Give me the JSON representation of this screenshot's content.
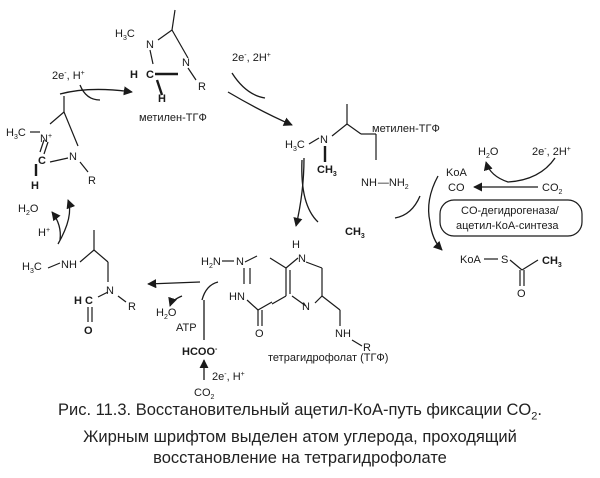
{
  "labels": {
    "methylene_thf_a": "метилен-ТГФ",
    "methylene_thf_b": "метилен-ТГФ",
    "thf": "тетрагидрофолат (ТГФ)",
    "enzyme_line1": "CO-дегидрогеназа/",
    "enzyme_line2": "ацетил-КоА-синтеза",
    "koa_1": "KoA",
    "koa_2": "KoA",
    "co": "CO",
    "h2o_right": "H",
    "co2_right": "CO",
    "e_2h_right": "2e",
    "e_2h_top": "2e",
    "e_h_left": "2e",
    "e_h_bottom": "2e",
    "hplus_left": "H",
    "h2o_left": "H",
    "h2o_bottom": "H",
    "atp": "ATP",
    "formate": "HCOO",
    "co2_bottom": "CO",
    "ch3": "CH",
    "s_atom": "S",
    "o_atom": "O",
    "nh_nh2": "NH",
    "n_atom": "N",
    "r_atom": "R",
    "h3c": "H",
    "h_atom": "H",
    "c_atom": "C",
    "nh_ring": "NH",
    "h2n": "H",
    "hn_ring": "HN",
    "nh_side": "NH"
  },
  "caption": {
    "line1": "Рис. 11.3. Восстановительный ацетил-КоА-путь фиксации CO",
    "line1_sub": "2",
    "line1_end": ".",
    "line2": "Жирным шрифтом выделен атом углерода, проходящий",
    "line3": "восстановление на тетрагидрофолате"
  }
}
